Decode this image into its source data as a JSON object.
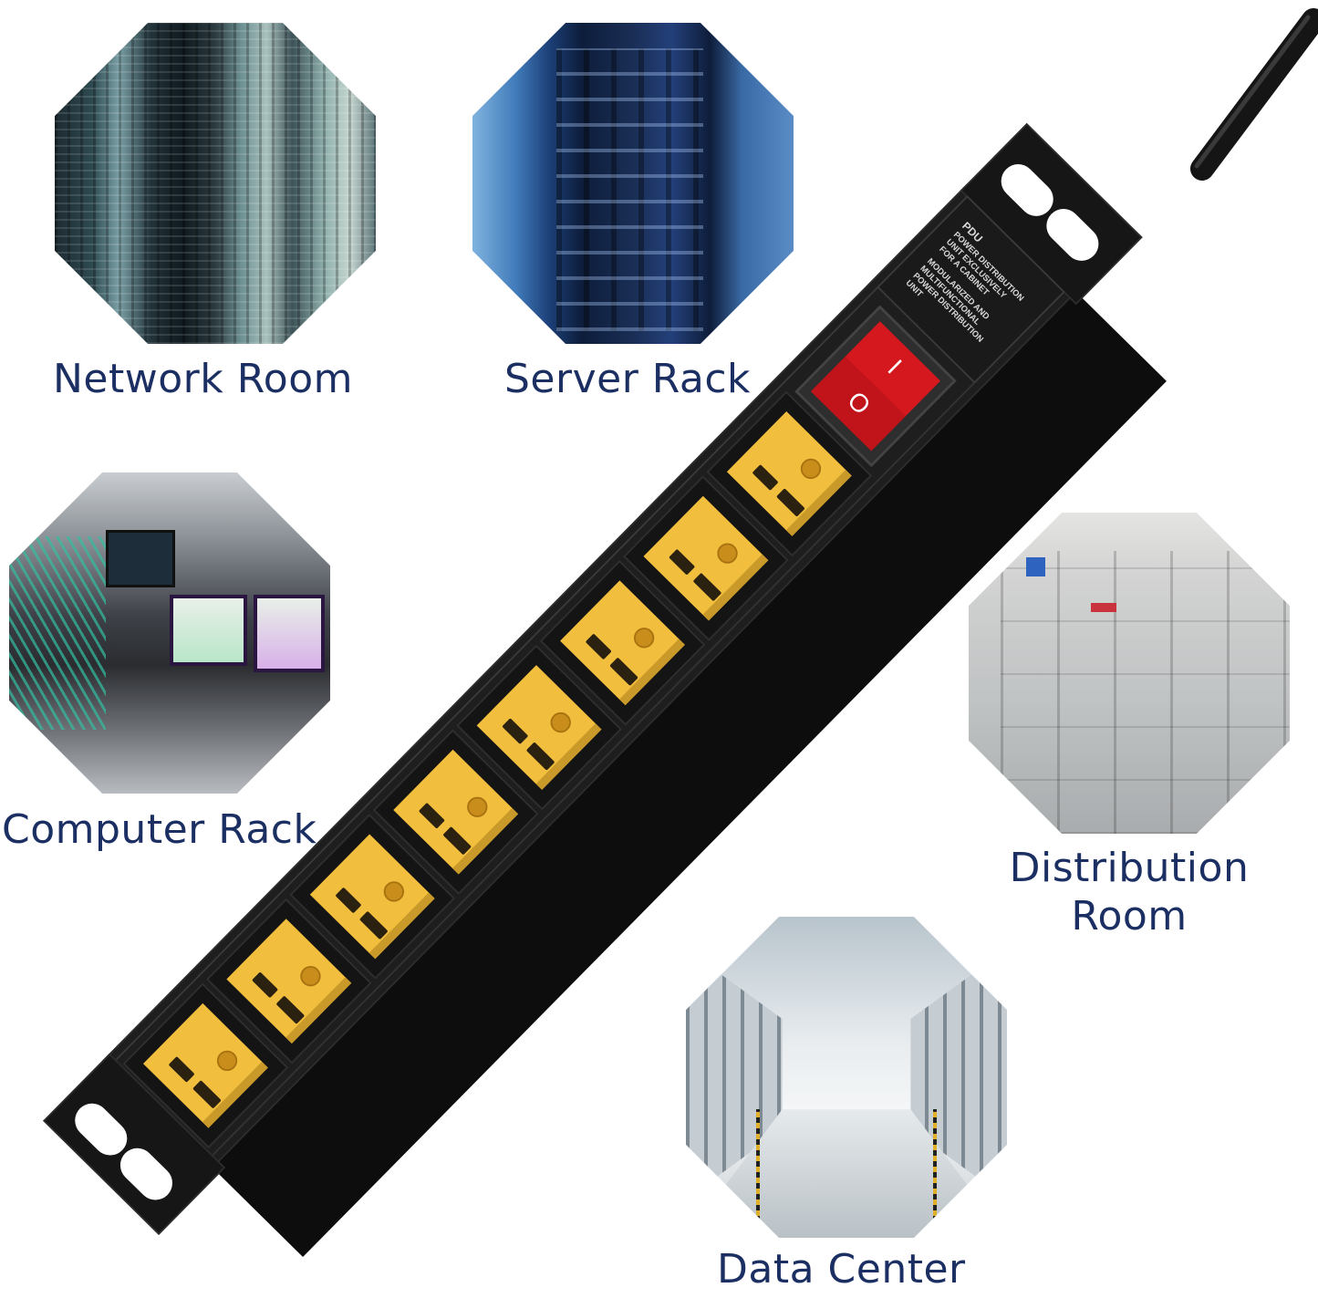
{
  "scenes": [
    {
      "id": "network-room",
      "label": "Network Room"
    },
    {
      "id": "server-rack",
      "label": "Server Rack"
    },
    {
      "id": "computer-rack",
      "label": "Computer Rack"
    },
    {
      "id": "distribution-room",
      "label_line1": "Distribution",
      "label_line2": "Room"
    },
    {
      "id": "data-center",
      "label": "Data Center"
    }
  ],
  "pdu": {
    "outlet_count": 8,
    "switch": {
      "off_symbol": "O",
      "on_symbol": "I",
      "color": "#d5181e"
    },
    "label_lines": [
      "PDU",
      "POWER DISTRIBUTION",
      "UNIT EXCLUSIVELY",
      "FOR A CABINET",
      "MODULARIZED AND",
      "MULTIFUNCTIONAL",
      "POWER DISTRIBUTION",
      "UNIT"
    ],
    "body_color": "#1a1a1a",
    "outlet_color": "#f2be3e"
  },
  "colors": {
    "caption": "#1b2f63"
  }
}
